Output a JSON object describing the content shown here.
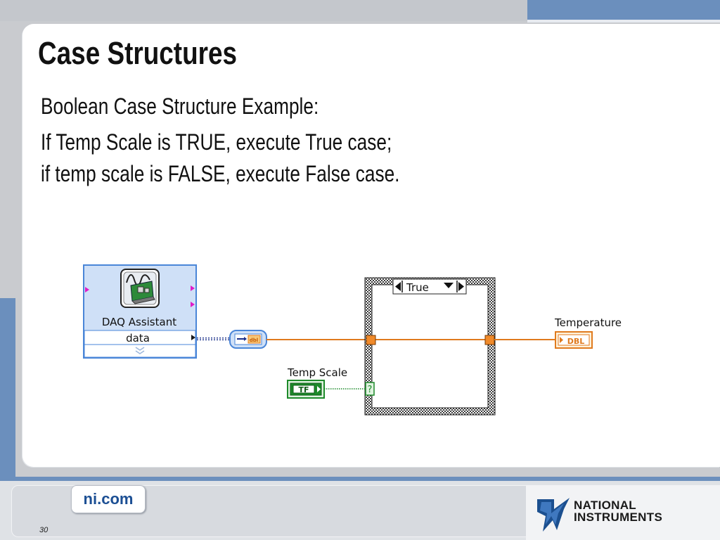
{
  "slide": {
    "title": "Case Structures",
    "bullets": [
      "Boolean Case Structure Example:",
      "If Temp Scale is TRUE, execute True case;",
      "if temp scale is FALSE, execute False case."
    ],
    "page_number": "30",
    "footer_button": "ni.com",
    "logo_lines": [
      "NATIONAL",
      "INSTRUMENTS"
    ]
  },
  "diagram": {
    "daq_assistant_label": "DAQ Assistant",
    "daq_output_label": "data",
    "case_selector_value": "True",
    "temperature_label": "Temperature",
    "temperature_type": "DBL",
    "temp_scale_label": "Temp Scale",
    "temp_scale_type": "TF",
    "selector_terminal": "?",
    "colors": {
      "numeric_wire": "#e07a1e",
      "boolean_wire": "#1d8a2a",
      "dynamic_wire": "#1a2f8a",
      "express_border": "#4a86d8"
    }
  }
}
